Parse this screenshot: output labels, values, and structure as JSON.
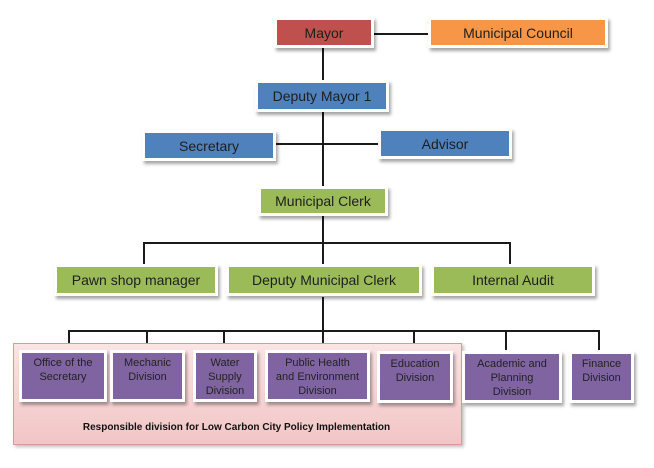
{
  "chart": {
    "top": {
      "mayor": "Mayor",
      "council": "Municipal Council",
      "deputy_mayor": "Deputy Mayor 1"
    },
    "staff": {
      "secretary": "Secretary",
      "advisor": "Advisor"
    },
    "clerk": "Municipal Clerk",
    "clerk_level": [
      "Pawn shop manager",
      "Deputy Municipal Clerk",
      "Internal Audit"
    ],
    "divisions": [
      {
        "line1": "Office of the",
        "line2": "Secretary",
        "line3": ""
      },
      {
        "line1": "Mechanic",
        "line2": "Division",
        "line3": ""
      },
      {
        "line1": "Water",
        "line2": "Supply",
        "line3": "Division"
      },
      {
        "line1": "Public Health",
        "line2": "and Environment",
        "line3": "Division"
      },
      {
        "line1": "Education",
        "line2": "Division",
        "line3": ""
      },
      {
        "line1": "Academic and",
        "line2": "Planning",
        "line3": "Division"
      },
      {
        "line1": "Finance",
        "line2": "Division",
        "line3": ""
      }
    ],
    "zone_label": "Responsible division for Low Carbon City Policy Implementation"
  },
  "colors": {
    "mayor": "#c0504d",
    "council": "#f79646",
    "executive": "#4f81bd",
    "clerk": "#9bbb59",
    "division": "#8064a2",
    "zone": "#f2c5c5"
  }
}
